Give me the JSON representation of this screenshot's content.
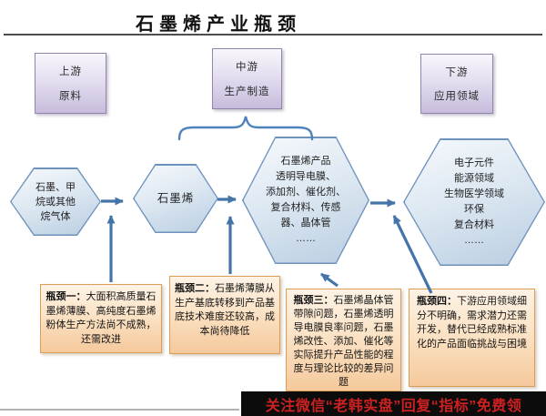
{
  "title": "石墨烯产业瓶颈",
  "stages": [
    {
      "name": "上游",
      "desc": "原料"
    },
    {
      "name": "中游",
      "desc": "生产制造"
    },
    {
      "name": "下游",
      "desc": "应用领域"
    }
  ],
  "hexagons": [
    {
      "lines": [
        "石墨、甲",
        "烷或其他",
        "烷气体"
      ]
    },
    {
      "lines": [
        "石墨烯"
      ]
    },
    {
      "lines": [
        "石墨烯产品",
        "透明导电膜、",
        "添加剂、催化剂、",
        "复合材料、传感",
        "器、晶体管",
        "……"
      ]
    },
    {
      "lines": [
        "电子元件",
        "能源领域",
        "生物医学领域",
        "环保",
        "复合材料",
        "……"
      ]
    }
  ],
  "bottlenecks": [
    {
      "label": "瓶颈一：",
      "text": "大面积高质量石墨烯薄膜、高纯度石墨烯粉体生产方法尚不成熟，还需改进"
    },
    {
      "label": "瓶颈二：",
      "text": "石墨烯薄膜从生产基底转移到产品基底技术难度还较高，成本尚待降低"
    },
    {
      "label": "瓶颈三：",
      "text": "石墨烯晶体管带隙问题，石墨烯透明导电膜良率问题，石墨烯改性、添加、催化等实际提升产品性能的程度与理论比较的差异问题"
    },
    {
      "label": "瓶颈四：",
      "text": "下游应用领域细分不明确，需求潜力还需开发，替代已经成熟标准化的产品面临挑战与困境"
    }
  ],
  "footer": {
    "text": "关注微信“老韩实盘”回复“指标”免费领"
  },
  "colors": {
    "arrow_blue": "#4474a8",
    "brace_blue": "#4f81bd",
    "hexagon_border": "#6d93bc",
    "stage_box_border": "#9185ad",
    "bottleneck_border": "#dc9e57",
    "footer_background": "#0c0c0c",
    "footer_text": "#ce2121"
  }
}
